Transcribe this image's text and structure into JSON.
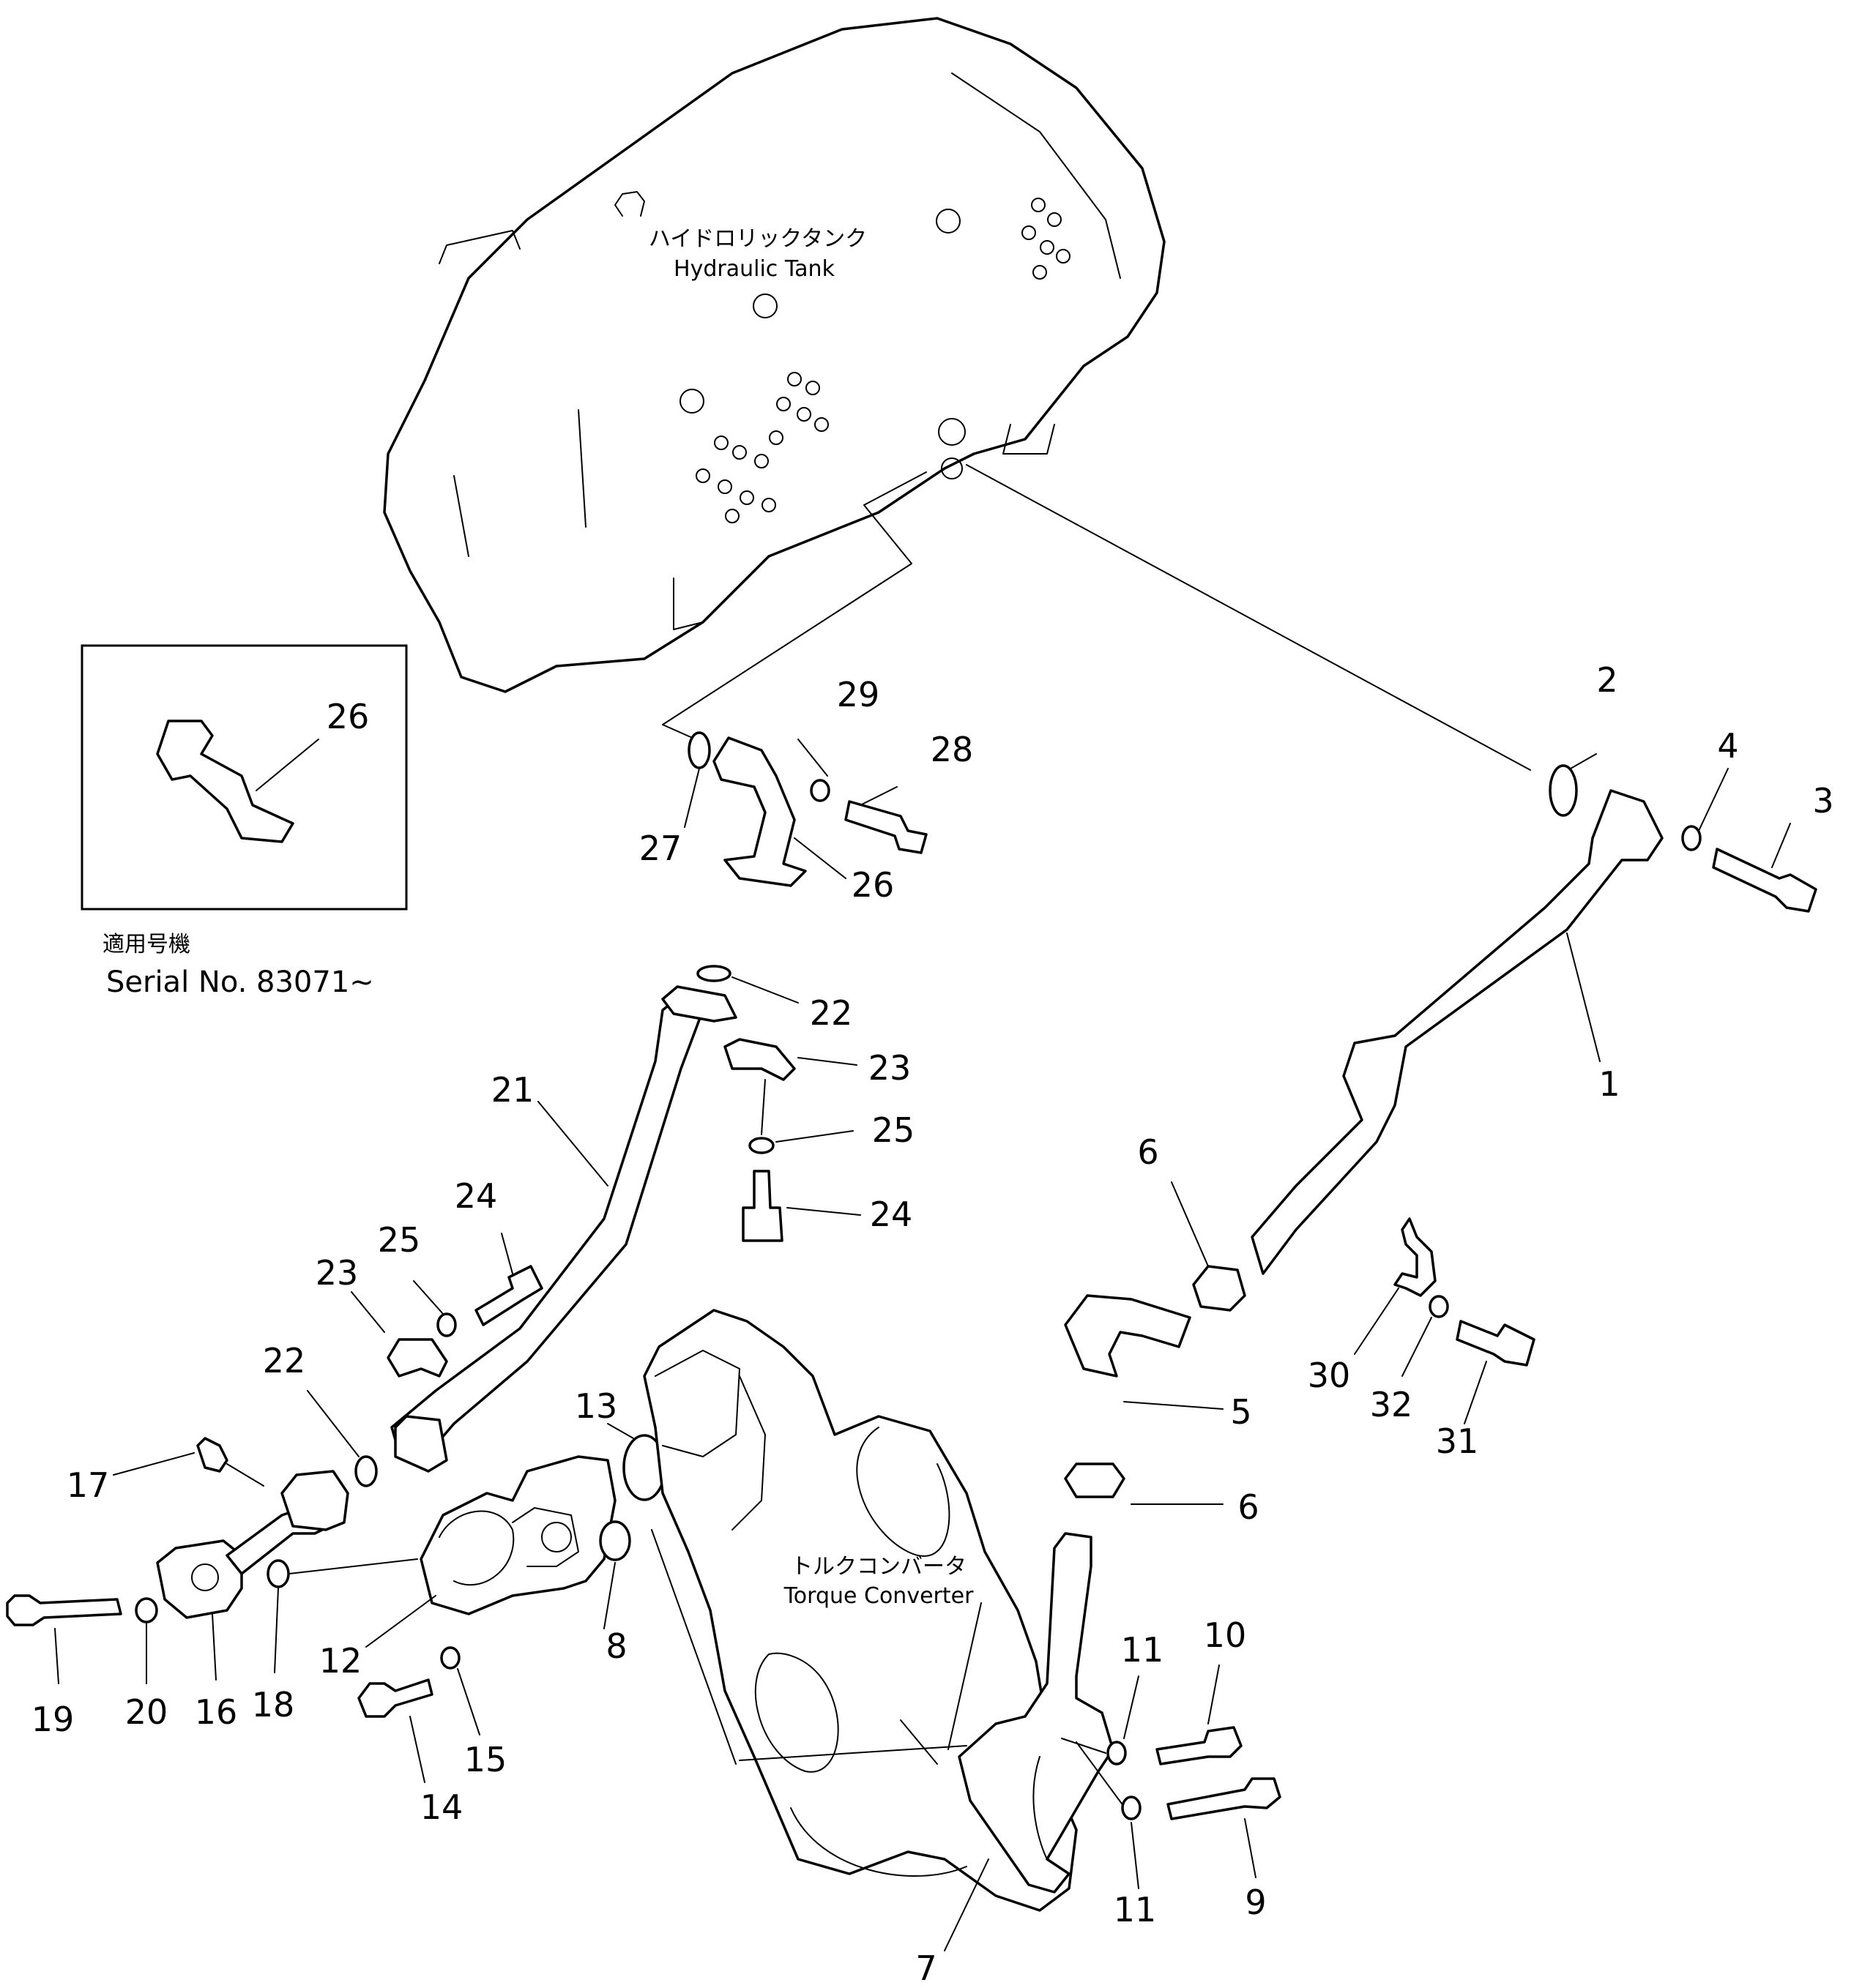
{
  "tank_label": {
    "ja": "ハイドロリックタンク",
    "en": "Hydraulic  Tank"
  },
  "converter_label": {
    "ja": "トルクコンバータ",
    "en": "Torque  Converter"
  },
  "inset": {
    "part_no": "26",
    "ja": "適用号機",
    "en": "Serial No.  83071~"
  },
  "callouts": {
    "c1": "1",
    "c2": "2",
    "c3": "3",
    "c4": "4",
    "c5": "5",
    "c6a": "6",
    "c6b": "6",
    "c7": "7",
    "c8": "8",
    "c9": "9",
    "c10": "10",
    "c11a": "11",
    "c11b": "11",
    "c12": "12",
    "c13": "13",
    "c14": "14",
    "c15": "15",
    "c16": "16",
    "c17": "17",
    "c18": "18",
    "c19": "19",
    "c20": "20",
    "c21": "21",
    "c22a": "22",
    "c22b": "22",
    "c23a": "23",
    "c23b": "23",
    "c24a": "24",
    "c24b": "24",
    "c25a": "25",
    "c25b": "25",
    "c26": "26",
    "c27": "27",
    "c28": "28",
    "c29": "29",
    "c30": "30",
    "c31": "31",
    "c32": "32"
  }
}
